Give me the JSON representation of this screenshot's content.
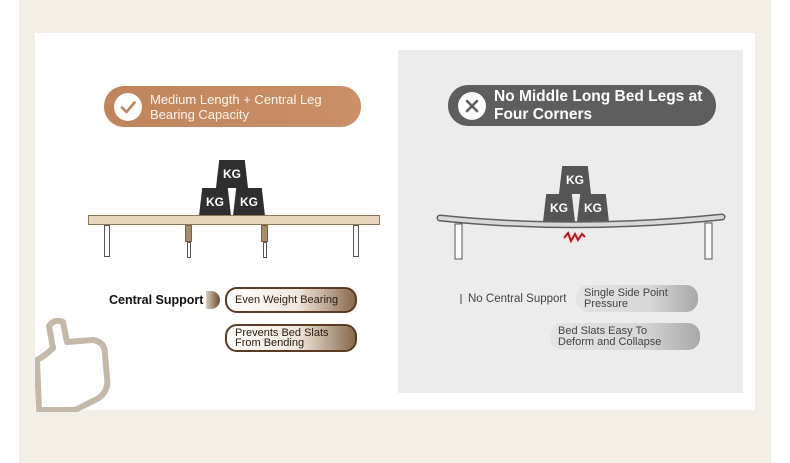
{
  "left": {
    "pill": {
      "line1": "Medium Length + Central Leg",
      "line2": "Bearing Capacity",
      "icon": "check-icon"
    },
    "weights": [
      "KG",
      "KG",
      "KG"
    ],
    "support_label": "Central Support",
    "benefits": [
      "Even Weight Bearing",
      "Prevents Bed Slats",
      "From Bending"
    ]
  },
  "right": {
    "pill": {
      "line1": "No Middle Long Bed Legs at",
      "line2": "Four Corners",
      "icon": "cross-icon"
    },
    "weights": [
      "KG",
      "KG",
      "KG"
    ],
    "support_label": "No Central Support",
    "drawbacks": [
      "Single Side Point",
      "Pressure",
      "Bed Slats Easy To",
      "Deform and Collapse"
    ]
  },
  "colors": {
    "accent_brown": "#c0845a",
    "dark_grey": "#5e5e5e",
    "panel_grey": "#ececec",
    "stress_red": "#d01010"
  }
}
